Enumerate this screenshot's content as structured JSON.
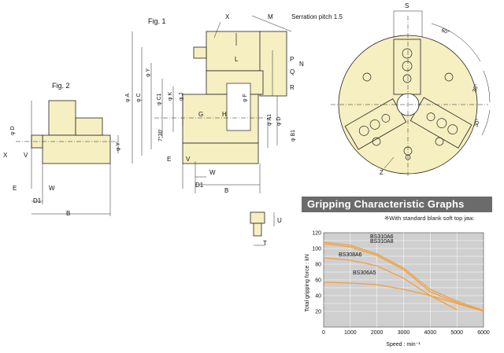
{
  "figures": {
    "fig1_label": "Fig. 1",
    "fig2_label": "Fig. 2",
    "serration_note": "Serration pitch 1.5",
    "fig1_dims": {
      "X": "X",
      "M": "M",
      "P": "P",
      "N": "N",
      "Q": "Q",
      "R": "R",
      "L": "L",
      "Y": "φ Y",
      "A": "φ A",
      "C": "φ C",
      "C1": "φ C1",
      "K": "φ K",
      "J": "φ J",
      "F": "φ F",
      "G": "G",
      "H": "H",
      "A1": "φ A1",
      "D": "φ D",
      "B1": "φ B1",
      "angle": "7°30'",
      "E": "E",
      "V": "V",
      "W": "W",
      "D1": "D1",
      "B": "B"
    },
    "fig2_dims": {
      "D": "φ D",
      "Y": "φ Y",
      "X": "X",
      "V": "V",
      "E": "E",
      "W": "W",
      "D1": "D1",
      "B": "B"
    },
    "front_dims": {
      "S": "S",
      "angle60": "60°",
      "angle30a": "30°",
      "angle30b": "30°",
      "Z": "Z"
    },
    "jaw_dims": {
      "U": "U",
      "T": "T"
    }
  },
  "graph": {
    "title": "Gripping Characteristic Graphs",
    "note": "※With standard blank soft top jaw.",
    "ylabel": "Total gripping force : kN",
    "xlabel": "Speed : min⁻¹"
  },
  "colors": {
    "body": "#f6efc1",
    "curve": "#f0a040",
    "banner": "#6b6b6b",
    "plot_bg": "#cfcfcf"
  },
  "chart_data": {
    "type": "line",
    "xlabel": "Speed : min⁻¹",
    "ylabel": "Total gripping force : kN",
    "xlim": [
      0,
      6000
    ],
    "ylim": [
      0,
      120
    ],
    "xticks": [
      "0",
      "1000",
      "2000",
      "3000",
      "4000",
      "5000",
      "6000"
    ],
    "yticks": [
      "20",
      "40",
      "60",
      "80",
      "100",
      "120"
    ],
    "series": [
      {
        "name": "BS310A6",
        "x": [
          0,
          1000,
          2000,
          3000,
          4000,
          5000,
          6000
        ],
        "y": [
          108,
          104,
          93,
          75,
          48,
          33,
          21
        ]
      },
      {
        "name": "BS310A8",
        "x": [
          0,
          1000,
          2000,
          3000,
          4000,
          5000,
          6000
        ],
        "y": [
          106,
          102,
          91,
          73,
          45,
          31,
          20
        ]
      },
      {
        "name": "BS308A6",
        "x": [
          0,
          1000,
          2000,
          3000,
          4000,
          5000
        ],
        "y": [
          88,
          85,
          78,
          62,
          40,
          22
        ]
      },
      {
        "name": "BS306A5",
        "x": [
          0,
          1000,
          2000,
          3000,
          4000,
          5000,
          6000
        ],
        "y": [
          57,
          56,
          54,
          48,
          40,
          30,
          20
        ]
      }
    ]
  }
}
